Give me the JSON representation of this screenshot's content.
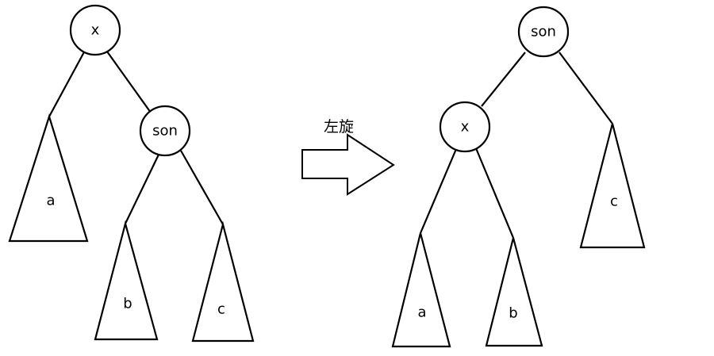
{
  "before_tree": {
    "nodes": {
      "x": "x",
      "son": "son"
    },
    "subtrees": {
      "a": "a",
      "b": "b",
      "c": "c"
    }
  },
  "arrow": {
    "label": "左旋"
  },
  "after_tree": {
    "nodes": {
      "son": "son",
      "x": "x"
    },
    "subtrees": {
      "a": "a",
      "b": "b",
      "c": "c"
    }
  }
}
